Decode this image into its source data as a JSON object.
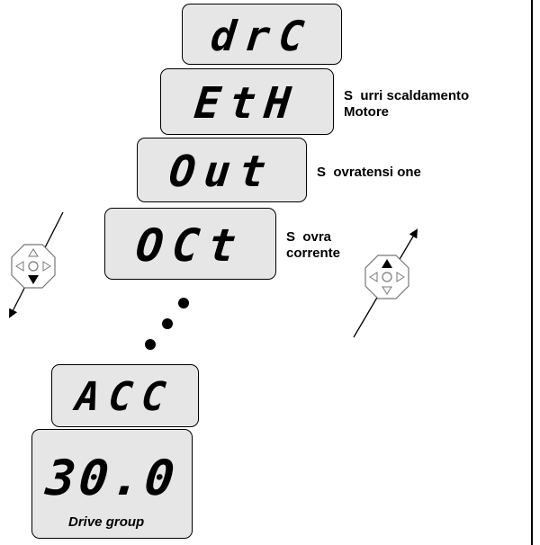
{
  "displays": [
    {
      "id": "drc",
      "text": "drC"
    },
    {
      "id": "eth",
      "text": "EtH"
    },
    {
      "id": "out",
      "text": "Out"
    },
    {
      "id": "oct",
      "text": "OCt"
    },
    {
      "id": "acc",
      "text": "ACC"
    },
    {
      "id": "value",
      "text": "30.0"
    }
  ],
  "labels": {
    "eth": "S  urri scaldamento\nMotore",
    "out": "S  ovratensi one",
    "oct": "S  ovra\ncorrente"
  },
  "group_caption": "Drive group",
  "keypads": [
    {
      "id": "down-keypad",
      "active_key": "down"
    },
    {
      "id": "up-keypad",
      "active_key": "up"
    }
  ],
  "colors": {
    "lcd_background": "#e6e6e6",
    "outline": "#000000"
  }
}
